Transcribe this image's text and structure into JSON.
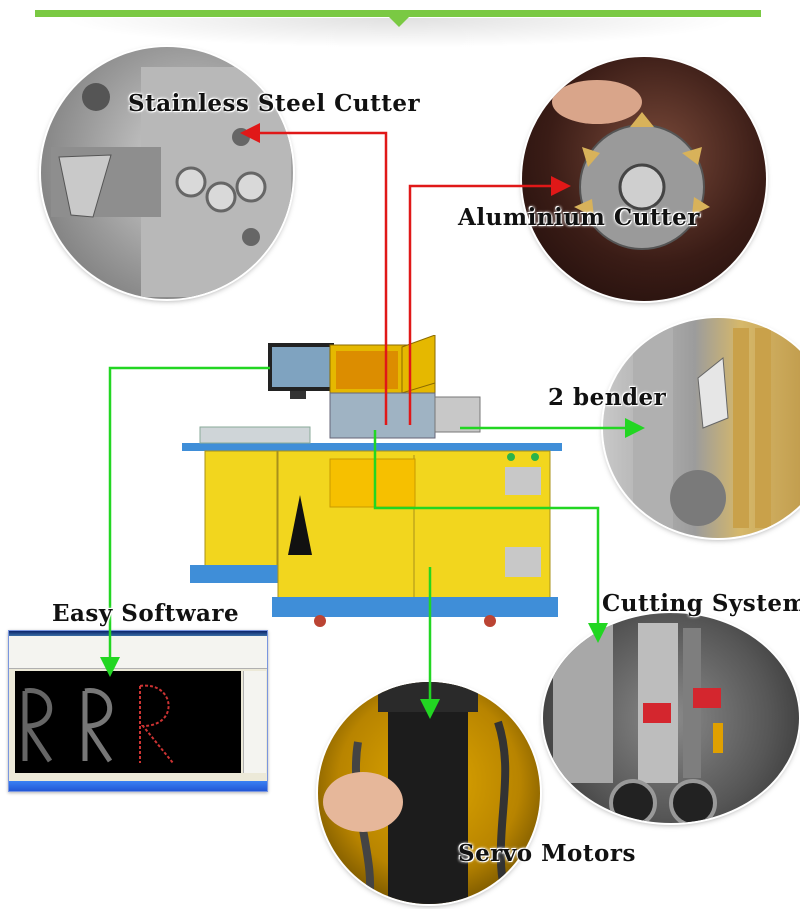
{
  "labels": {
    "stainless_steel_cutter": "Stainless Steel Cutter",
    "aluminium_cutter": "Aluminium Cutter",
    "two_bender": "2 bender",
    "easy_software": "Easy Software",
    "cutting_system": "Cutting System",
    "servo_motors": "Servo Motors"
  },
  "colors": {
    "accent_green": "#7ac943",
    "arrow_red": "#e01818",
    "arrow_green": "#22d622",
    "machine_yellow": "#f2d61e",
    "machine_blue": "#3f8ed8"
  },
  "icons": [
    "arrow-icon"
  ]
}
